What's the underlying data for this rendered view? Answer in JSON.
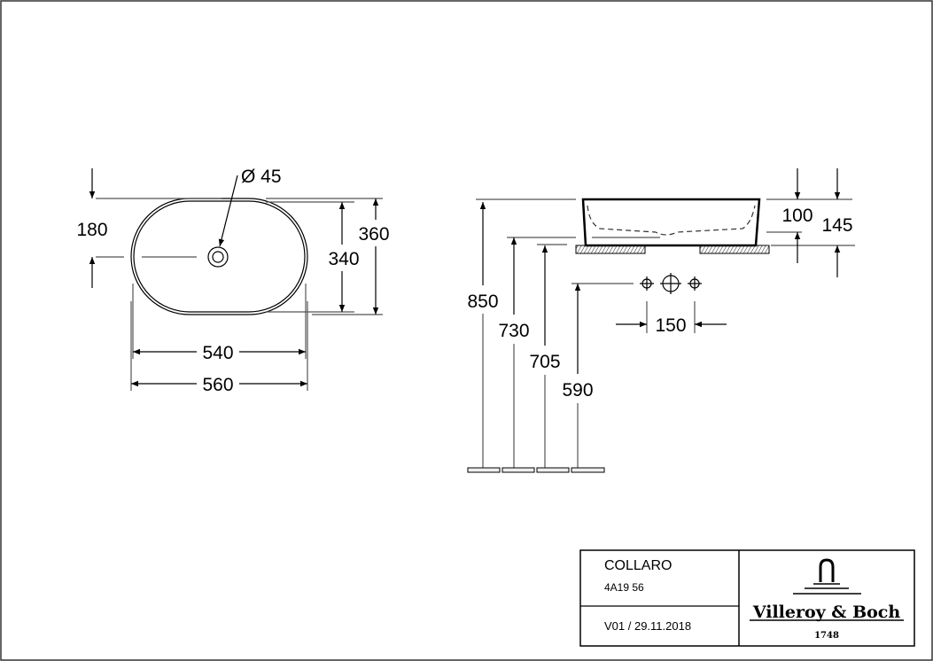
{
  "drawing": {
    "top_view": {
      "drain_diameter": "Ø 45",
      "drain_offset": "180",
      "inner_depth": "340",
      "outer_depth": "360",
      "inner_width": "540",
      "outer_width": "560"
    },
    "side_view": {
      "height_rim": "850",
      "height_counter_top": "730",
      "height_counter_bottom": "705",
      "height_tap_holes": "590",
      "tap_spacing": "150",
      "bowl_depth": "100",
      "basin_height": "145"
    }
  },
  "title_block": {
    "product_name": "COLLARO",
    "article_number": "4A19 56",
    "version_date": "V01 / 29.11.2018",
    "brand": "Villeroy & Boch",
    "brand_year": "1748"
  }
}
